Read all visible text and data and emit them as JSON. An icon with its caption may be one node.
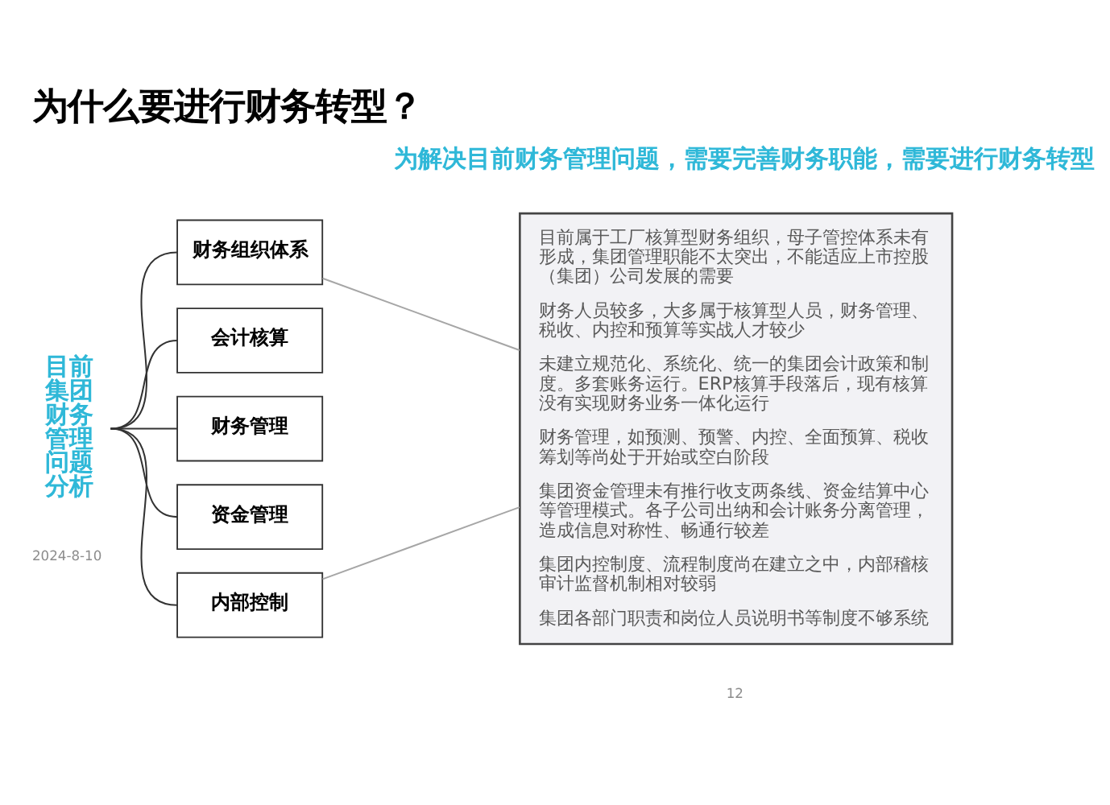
{
  "diagram": {
    "title": "为什么要进行财务转型？",
    "nodes": [
      {
        "text": [
          "目前集团财务管理问题分析"
        ]
      },
      {
        "text": [
          "财务组织体系"
        ]
      },
      {
        "text": [
          "会计核算"
        ]
      },
      {
        "text": [
          "财务管理"
        ]
      },
      {
        "text": [
          "资金管理"
        ]
      },
      {
        "text": [
          "内部控制"
        ]
      },
      {
        "text": [
          "目前属于工厂核算型财务组织，母子管控体系未有形成，集团管理职能不太突出，不能适应上市控股（集团）公司发展的需要",
          "财务人员较多，大多属于核算型人员，财务管理、税收、内控和预算等实战人才较少",
          "未建立规范化、系统化、统一的集团会计政策和制度。多套账务运行。ERP核算手段落后，现有核算没有实现财务业务一体化运行",
          "财务管理，如预测、预警、内控、全面预算、税收筹划等尚处于开始或空白阶段",
          "集团资金管理未有推行收支两条线、资金结算中心等管理模式。各子公司出纳和会计账务分离管理，造成信息对称性、畅通行较差",
          "集团内控制度、流程制度尚在建立之中，内部稽核审计监督机制相对较弱",
          "集团各部门职责和岗位人员说明书等制度不够系统"
        ]
      }
    ],
    "edges": [
      {
        "from": 0,
        "to": 1,
        "arrow": "none"
      },
      {
        "from": 0,
        "to": 2,
        "arrow": "none"
      },
      {
        "from": 0,
        "to": 3,
        "arrow": "none"
      },
      {
        "from": 0,
        "to": 4,
        "arrow": "none"
      },
      {
        "from": 0,
        "to": 5,
        "arrow": "none"
      },
      {
        "from": 1,
        "to": 6,
        "arrow": "none",
        "color": "#a6a6a6"
      },
      {
        "from": 5,
        "to": 6,
        "arrow": "none",
        "color": "#a6a6a6"
      }
    ],
    "labels": [
      "为解决目前财务管理问题，需要完善财务职能，需要进行财务转型",
      "2024-8-10",
      "12"
    ]
  }
}
